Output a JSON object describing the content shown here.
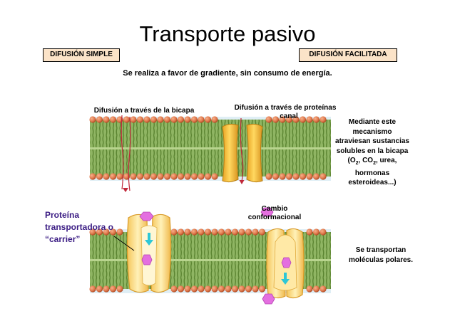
{
  "title": "Transporte pasivo",
  "tags": {
    "simple": "DIFUSIÓN SIMPLE",
    "facilitated": "DIFUSIÓN FACILITADA"
  },
  "subtitle": "Se realiza a favor de gradiente, sin consumo de energía.",
  "labels": {
    "bilayer": "Difusión a través de la bicapa",
    "channel_line1": "Difusión a través de proteínas",
    "channel_line2": "canal",
    "conformational_line1": "Cambio",
    "conformational_line2": "conformacional",
    "carrier_line1": "Proteína",
    "carrier_line2": "transportadora o",
    "carrier_line3": "“carrier”"
  },
  "side_note_top": {
    "line1": "Mediante este",
    "line2": "mecanismo",
    "line3": "atraviesan sustancias",
    "line4": "solubles en la bicapa",
    "line5_a": "(O",
    "line5_sub1": "2",
    "line5_b": ", CO",
    "line5_sub2": "2",
    "line5_c": ", urea,",
    "line6": "hormonas",
    "line7": "esteroideas...)"
  },
  "side_note_bottom": {
    "line1": "Se transportan",
    "line2": "moléculas polares."
  },
  "colors": {
    "head": "#e07a4e",
    "tail": "#6f9a3f",
    "protein": "#f4c244",
    "protein_edge": "#c8901a",
    "molecule": "#e46fe0",
    "arrow_cyan": "#2ec7d6",
    "arrow_red": "#c0283a",
    "tag_bg": "#fbe3c8",
    "carrier_text": "#3a1b83"
  }
}
